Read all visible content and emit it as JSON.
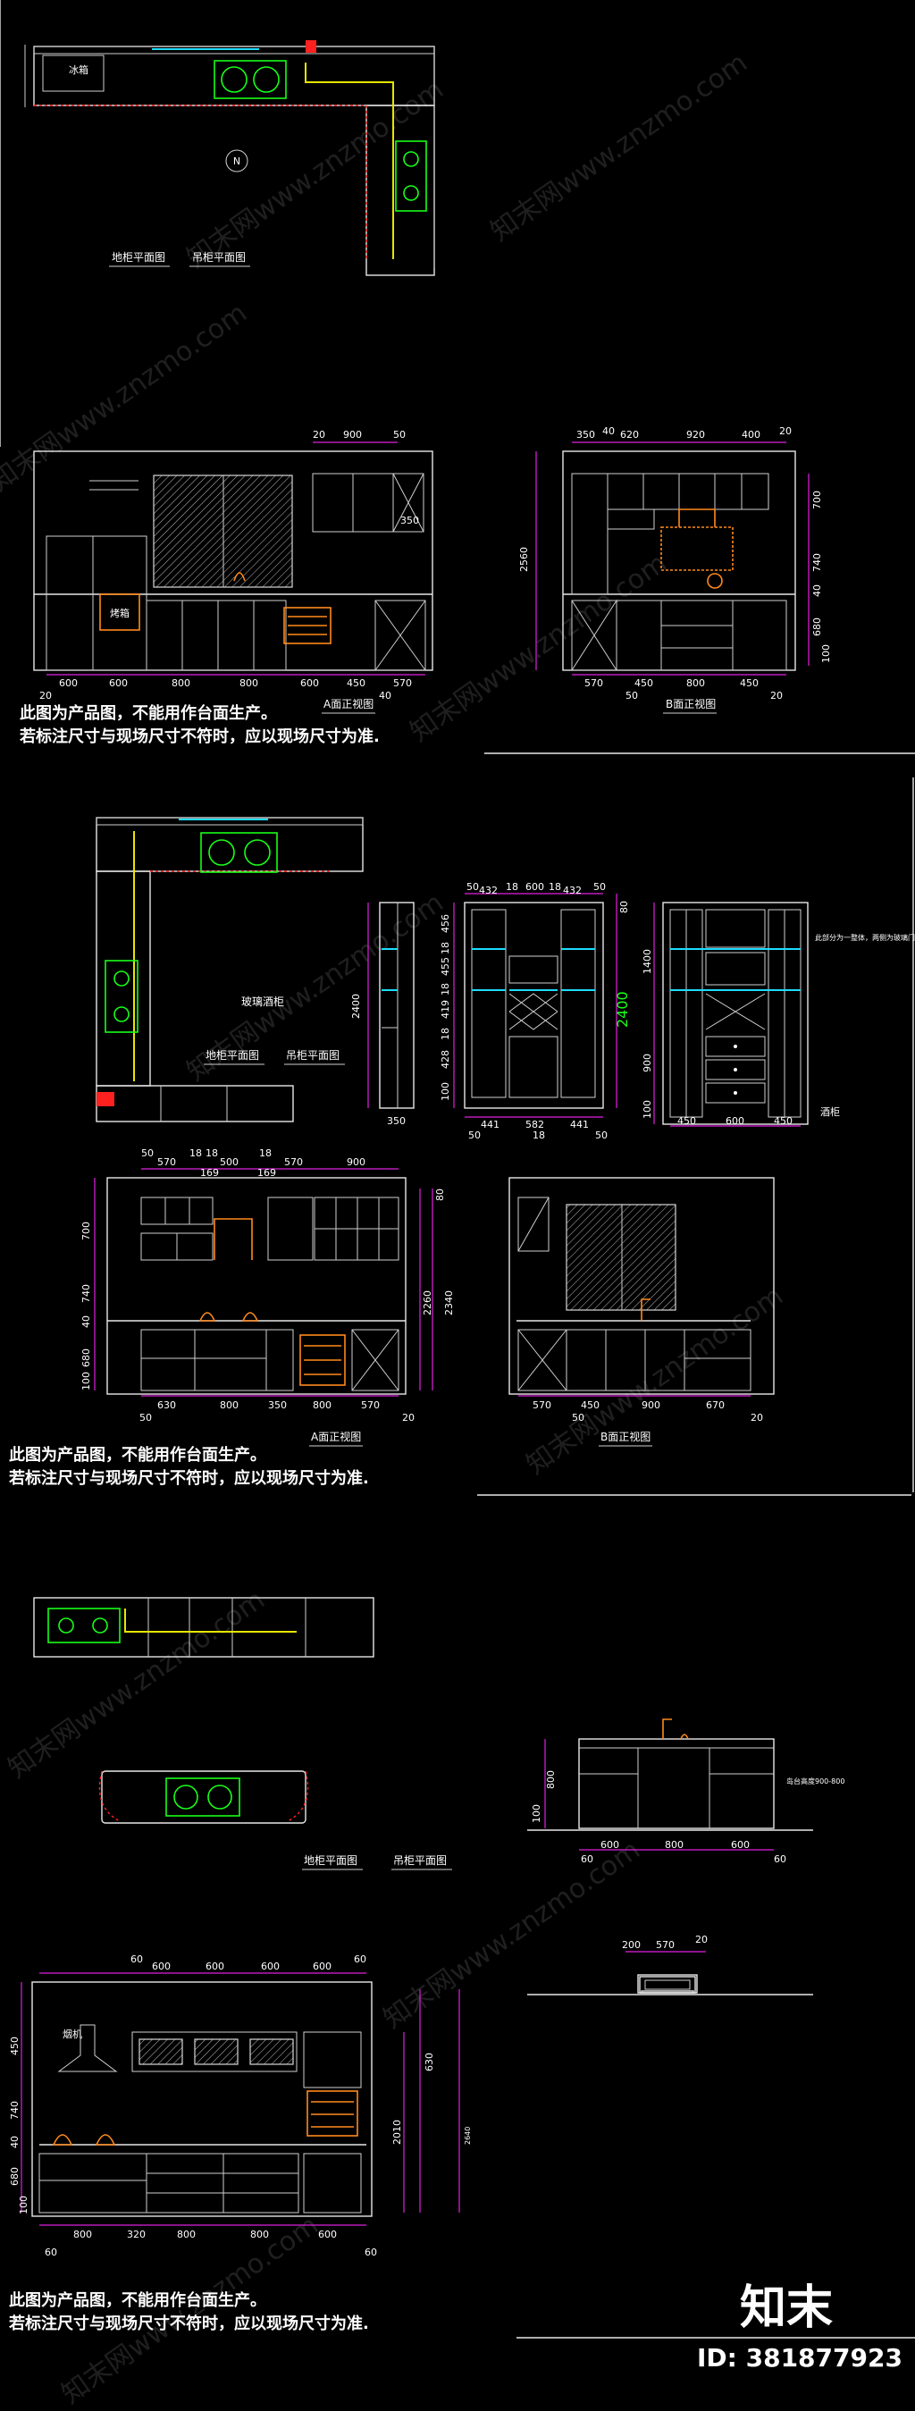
{
  "notes": {
    "line1": "此图为产品图，不能用作台面生产。",
    "line2": "若标注尺寸与现场尺寸不符时，应以现场尺寸为准."
  },
  "labels": {
    "floor_plan": "地柜平面图",
    "wall_plan": "吊柜平面图",
    "a_elev": "A面正视图",
    "b_elev": "B面正视图",
    "range_hood": "烟机",
    "north_mark": "N",
    "wine_cabinet": "酒柜",
    "glass_cabinet": "玻璃酒柜",
    "island_note": "岛台高度900-800",
    "side_note": "此部分为一整体，两侧为玻璃门酒柜"
  },
  "dims": {
    "s1_a_top": [
      "20",
      "900",
      "50"
    ],
    "s1_a_bottom": [
      "600",
      "600",
      "800",
      "800",
      "600",
      "450",
      "570"
    ],
    "s1_a_bottom2": [
      "20",
      "40"
    ],
    "s1_a_side": "350",
    "s1_b_top": [
      "350",
      "40",
      "620",
      "920",
      "400",
      "20"
    ],
    "s1_b_right": [
      "700",
      "740",
      "40",
      "680",
      "100"
    ],
    "s1_b_left": "2560",
    "s1_b_bottom": [
      "570",
      "450",
      "800",
      "450"
    ],
    "s1_b_bottom2": [
      "50",
      "20"
    ],
    "s2_side_left": "2400",
    "s2_side_bottom": "350",
    "s2_wc_top": [
      "50",
      "432",
      "18",
      "600",
      "18",
      "432",
      "50"
    ],
    "s2_wc_right": [
      "456",
      "18",
      "455",
      "18",
      "419",
      "18",
      "428",
      "100"
    ],
    "s2_wc_bottom": [
      "441",
      "582",
      "441"
    ],
    "s2_wc_bottom2": [
      "50",
      "18",
      "50"
    ],
    "s2_wc_height": "2400",
    "s2_wc_top80": "80",
    "s2_gc_left": [
      "1400",
      "900",
      "100"
    ],
    "s2_gc_bottom": [
      "450",
      "600",
      "450"
    ],
    "s2_a_top": [
      "50",
      "570",
      "18",
      "18",
      "169",
      "500",
      "169",
      "18",
      "570",
      "900"
    ],
    "s2_a_left": [
      "700",
      "740",
      "40",
      "680",
      "100"
    ],
    "s2_a_right": [
      "2260",
      "2340",
      "80"
    ],
    "s2_a_bottom": [
      "630",
      "800",
      "350",
      "800",
      "570"
    ],
    "s2_a_bottom2": [
      "50",
      "20"
    ],
    "s2_b_bottom": [
      "570",
      "450",
      "900",
      "670"
    ],
    "s2_b_bottom2": [
      "50",
      "20"
    ],
    "s3_island_left": [
      "800",
      "100"
    ],
    "s3_island_bottom": [
      "600",
      "800",
      "600"
    ],
    "s3_island_bottom2": [
      "60",
      "60"
    ],
    "s3_elev_top": [
      "60",
      "600",
      "600",
      "600",
      "600",
      "60"
    ],
    "s3_elev_left": [
      "450",
      "740",
      "40",
      "680",
      "100"
    ],
    "s3_elev_right": [
      "630",
      "2010",
      "2640"
    ],
    "s3_elev_bottom": [
      "800",
      "320",
      "800",
      "800",
      "600"
    ],
    "s3_elev_bottom2": [
      "60",
      "60"
    ],
    "s3_side_top": [
      "200",
      "570",
      "20"
    ]
  },
  "watermark": "知末网www.znzmo.com",
  "logo": "知末",
  "id_text": "ID: 381877923",
  "colors": {
    "background": "#000000",
    "line": "#e8e8e8",
    "dimension": "#e020e0",
    "sink": "#18ff18",
    "appliance": "#ff8a1c",
    "counter_edge": "#e6e600",
    "glass": "#1edcff",
    "wall": "#ff2020"
  }
}
